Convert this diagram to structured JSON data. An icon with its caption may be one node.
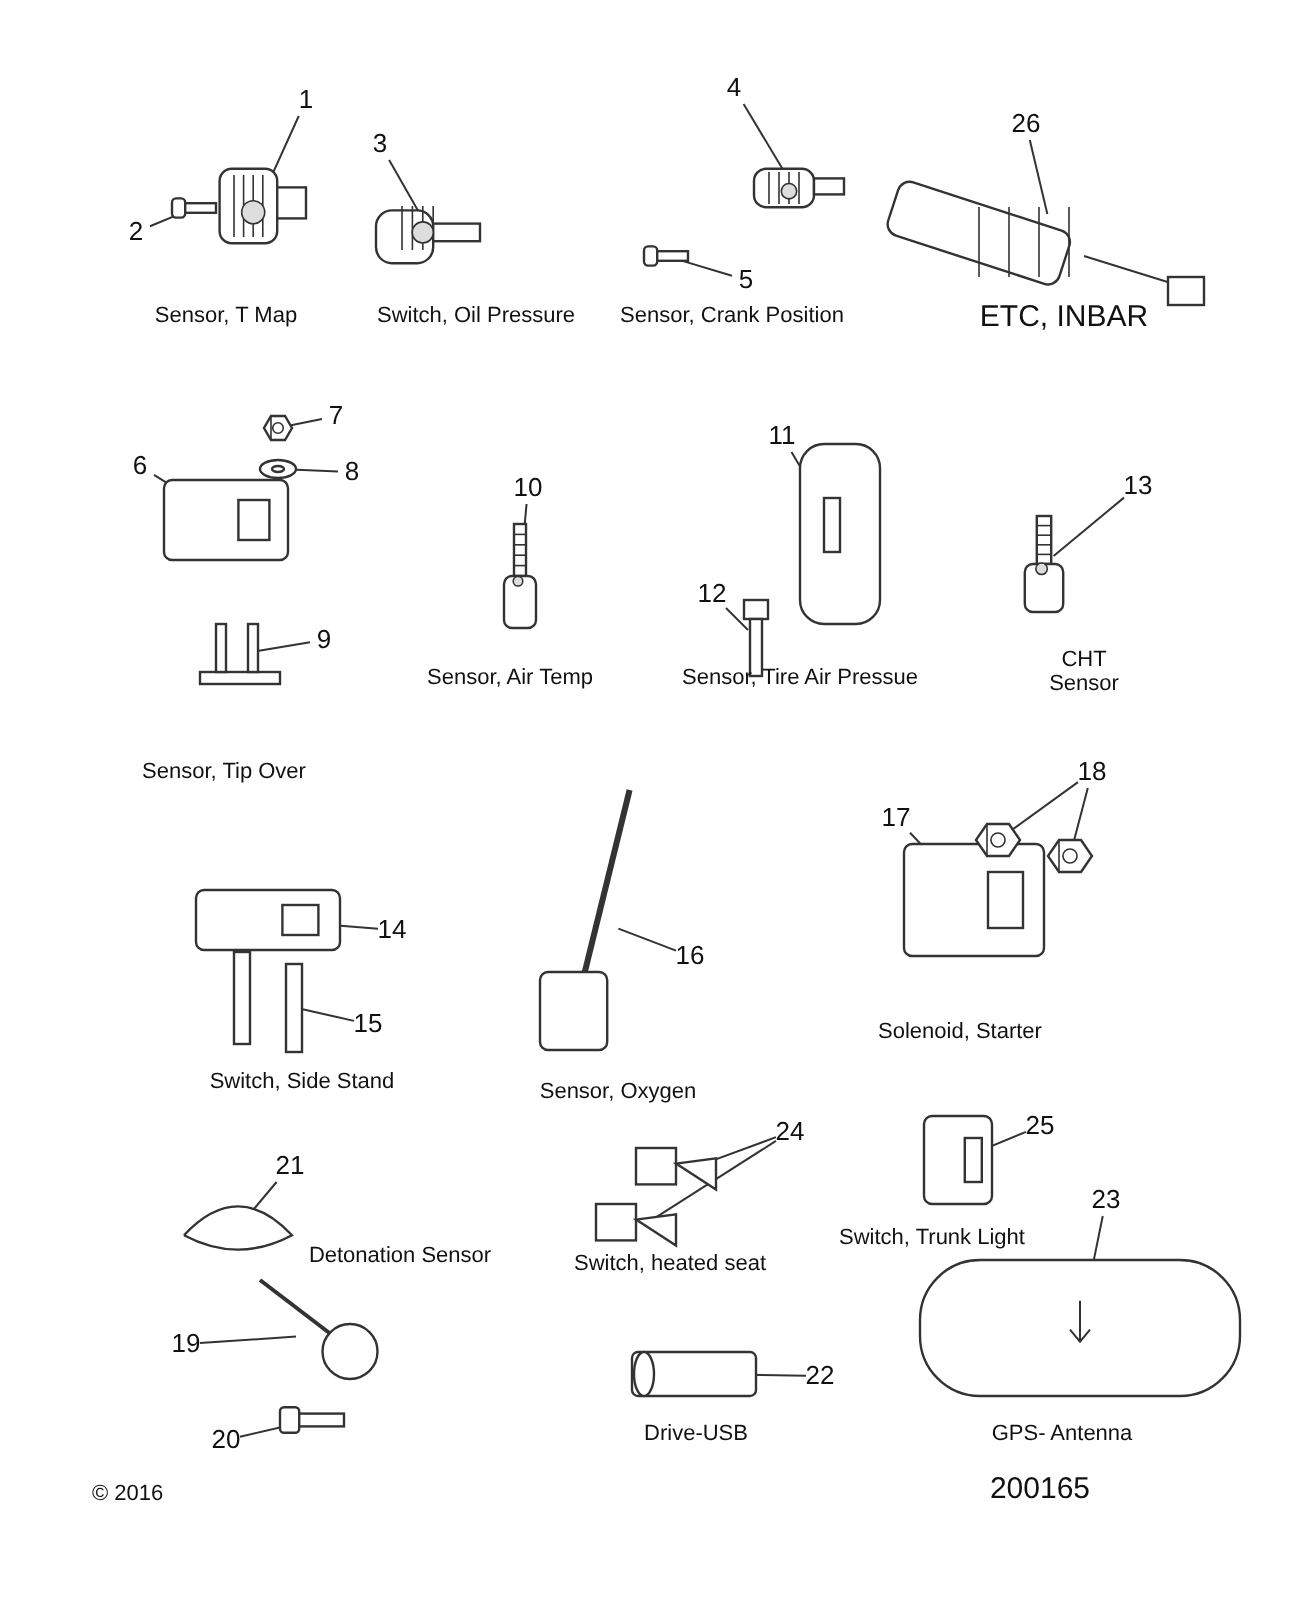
{
  "diagram": {
    "nodes": [
      {
        "text": [
          "1"
        ]
      },
      {
        "text": [],
        "shape": "picture"
      },
      {
        "text": [
          "2"
        ]
      },
      {
        "text": [],
        "shape": "picture"
      },
      {
        "text": [
          "3"
        ]
      },
      {
        "text": [],
        "shape": "picture"
      },
      {
        "text": [
          "4"
        ]
      },
      {
        "text": [],
        "shape": "picture"
      },
      {
        "text": [
          "5"
        ]
      },
      {
        "text": [],
        "shape": "picture"
      },
      {
        "text": [
          "26"
        ]
      },
      {
        "text": [],
        "shape": "picture"
      },
      {
        "text": [
          "6"
        ]
      },
      {
        "text": [],
        "shape": "picture"
      },
      {
        "text": [
          "7"
        ]
      },
      {
        "text": [],
        "shape": "picture"
      },
      {
        "text": [
          "8"
        ]
      },
      {
        "text": [],
        "shape": "picture"
      },
      {
        "text": [
          "9"
        ]
      },
      {
        "text": [],
        "shape": "picture"
      },
      {
        "text": [
          "10"
        ]
      },
      {
        "text": [],
        "shape": "picture"
      },
      {
        "text": [
          "11"
        ]
      },
      {
        "text": [],
        "shape": "picture"
      },
      {
        "text": [
          "12"
        ]
      },
      {
        "text": [],
        "shape": "picture"
      },
      {
        "text": [
          "13"
        ]
      },
      {
        "text": [],
        "shape": "picture"
      },
      {
        "text": [
          "14"
        ]
      },
      {
        "text": [],
        "shape": "picture"
      },
      {
        "text": [
          "15"
        ]
      },
      {
        "text": [],
        "shape": "picture"
      },
      {
        "text": [
          "16"
        ]
      },
      {
        "text": [],
        "shape": "picture"
      },
      {
        "text": [
          "17"
        ]
      },
      {
        "text": [],
        "shape": "picture"
      },
      {
        "text": [
          "18"
        ]
      },
      {
        "text": [],
        "shape": "picture"
      },
      {
        "text": [],
        "shape": "picture"
      },
      {
        "text": [
          "21"
        ]
      },
      {
        "text": [],
        "shape": "picture"
      },
      {
        "text": [
          "19"
        ]
      },
      {
        "text": [],
        "shape": "picture"
      },
      {
        "text": [
          "20"
        ]
      },
      {
        "text": [],
        "shape": "picture"
      },
      {
        "text": [
          "24"
        ]
      },
      {
        "text": [],
        "shape": "picture"
      },
      {
        "text": [],
        "shape": "picture"
      },
      {
        "text": [
          "25"
        ]
      },
      {
        "text": [],
        "shape": "picture"
      },
      {
        "text": [
          "23"
        ]
      },
      {
        "text": [],
        "shape": "picture"
      },
      {
        "text": [
          "22"
        ]
      },
      {
        "text": [],
        "shape": "picture"
      }
    ],
    "edges": [
      {
        "from": 0,
        "to": 1,
        "arrow": "none"
      },
      {
        "from": 2,
        "to": 3,
        "arrow": "none"
      },
      {
        "from": 4,
        "to": 5,
        "arrow": "none"
      },
      {
        "from": 6,
        "to": 7,
        "arrow": "none"
      },
      {
        "from": 8,
        "to": 9,
        "arrow": "none"
      },
      {
        "from": 10,
        "to": 11,
        "arrow": "none"
      },
      {
        "from": 12,
        "to": 13,
        "arrow": "none"
      },
      {
        "from": 14,
        "to": 15,
        "arrow": "none"
      },
      {
        "from": 16,
        "to": 17,
        "arrow": "none"
      },
      {
        "from": 18,
        "to": 19,
        "arrow": "none"
      },
      {
        "from": 20,
        "to": 21,
        "arrow": "none"
      },
      {
        "from": 22,
        "to": 23,
        "arrow": "none"
      },
      {
        "from": 24,
        "to": 25,
        "arrow": "none"
      },
      {
        "from": 26,
        "to": 27,
        "arrow": "none"
      },
      {
        "from": 28,
        "to": 29,
        "arrow": "none"
      },
      {
        "from": 30,
        "to": 31,
        "arrow": "none"
      },
      {
        "from": 32,
        "to": 33,
        "arrow": "none"
      },
      {
        "from": 34,
        "to": 35,
        "arrow": "none"
      },
      {
        "from": 36,
        "to": 37,
        "arrow": "none"
      },
      {
        "from": 36,
        "to": 38,
        "arrow": "none"
      },
      {
        "from": 39,
        "to": 40,
        "arrow": "none"
      },
      {
        "from": 41,
        "to": 42,
        "arrow": "none"
      },
      {
        "from": 43,
        "to": 44,
        "arrow": "none"
      },
      {
        "from": 45,
        "to": 46,
        "arrow": "none"
      },
      {
        "from": 45,
        "to": 47,
        "arrow": "none"
      },
      {
        "from": 48,
        "to": 49,
        "arrow": "none"
      },
      {
        "from": 50,
        "to": 51,
        "arrow": "none"
      },
      {
        "from": 52,
        "to": 53,
        "arrow": "none"
      }
    ],
    "labels": [
      "Sensor, T Map",
      "Switch, Oil Pressure",
      "Sensor, Crank Position",
      "ETC, INBAR",
      "Sensor, Tip Over",
      "Sensor, Air Temp",
      "Sensor, Tire Air Pressue",
      "CHT Sensor",
      "Solenoid, Starter",
      "Switch, Side Stand",
      "Sensor, Oxygen",
      "Detonation Sensor",
      "Switch, heated seat",
      "Switch, Trunk Light",
      "Drive-USB",
      "GPS- Antenna",
      "© 2016",
      "200165"
    ]
  }
}
